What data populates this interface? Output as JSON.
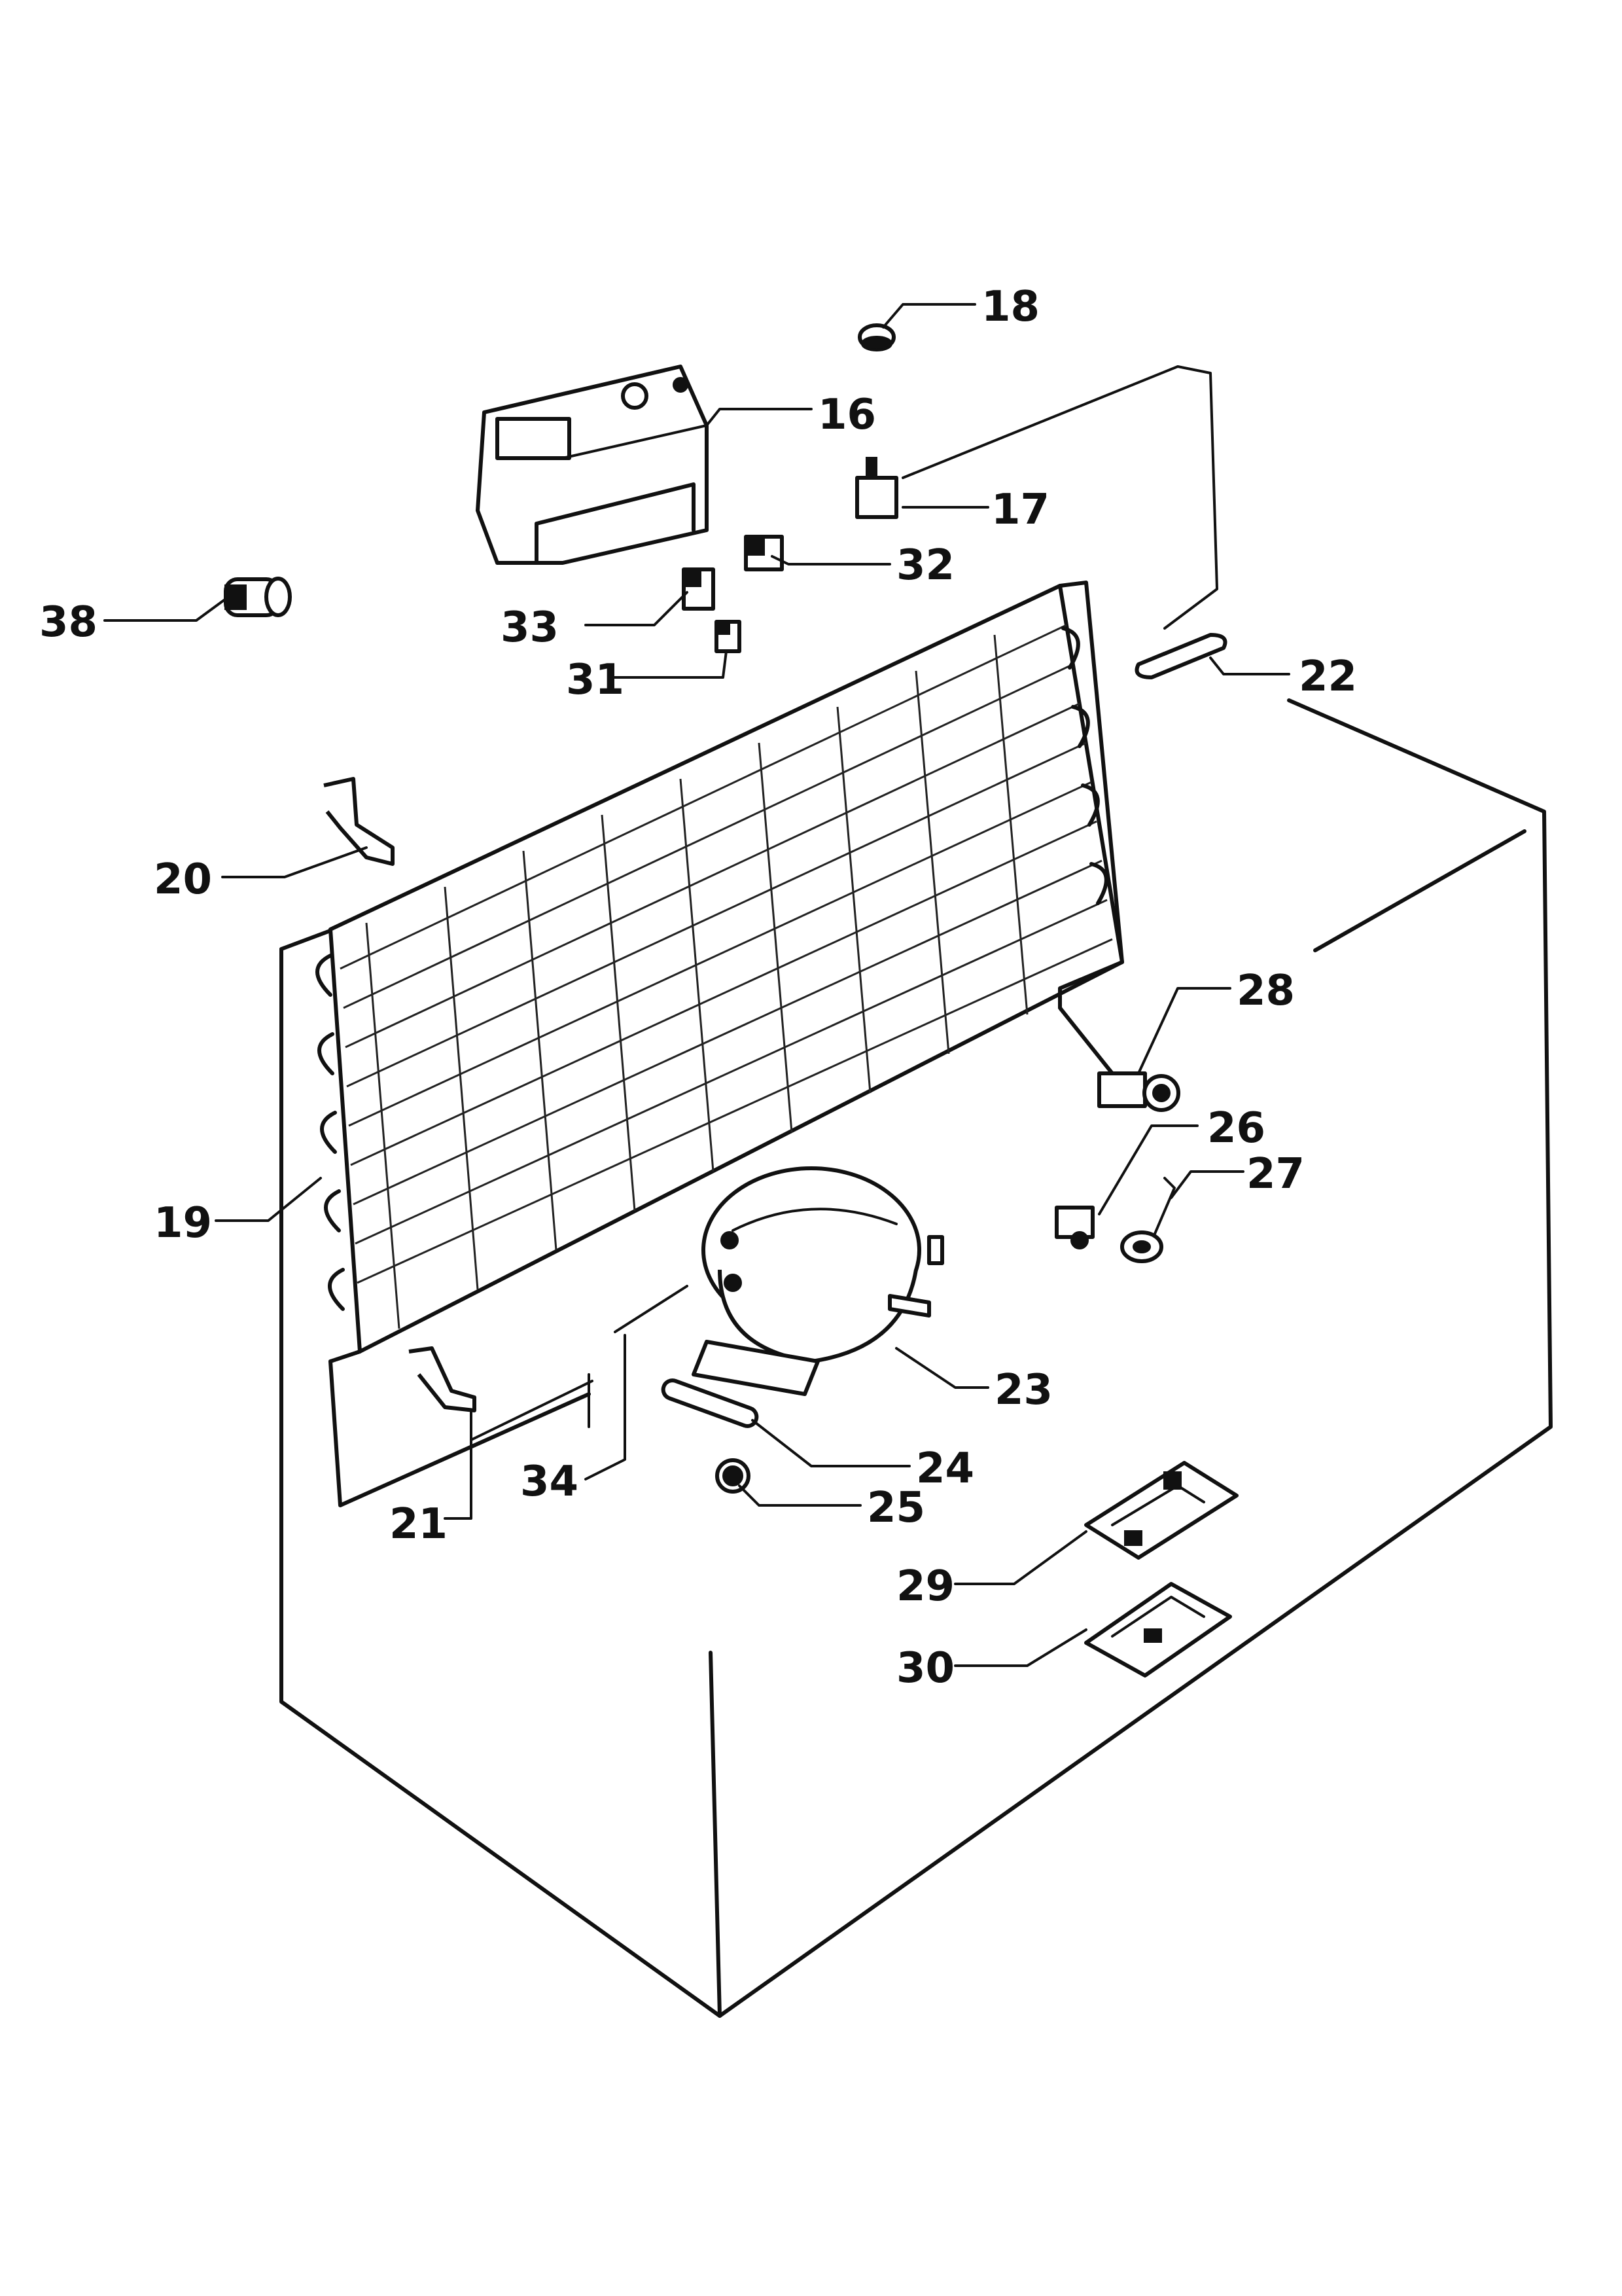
{
  "diagram": {
    "callouts": [
      {
        "id": "16",
        "label": "16",
        "part": "thermostat-housing"
      },
      {
        "id": "17",
        "label": "17",
        "part": "thermostat"
      },
      {
        "id": "18",
        "label": "18",
        "part": "knob"
      },
      {
        "id": "19",
        "label": "19",
        "part": "condenser-coil"
      },
      {
        "id": "20",
        "label": "20",
        "part": "upper-bracket"
      },
      {
        "id": "21",
        "label": "21",
        "part": "lower-bracket"
      },
      {
        "id": "22",
        "label": "22",
        "part": "clip"
      },
      {
        "id": "23",
        "label": "23",
        "part": "compressor"
      },
      {
        "id": "24",
        "label": "24",
        "part": "filter-drier"
      },
      {
        "id": "25",
        "label": "25",
        "part": "grommet"
      },
      {
        "id": "26",
        "label": "26",
        "part": "relay"
      },
      {
        "id": "27",
        "label": "27",
        "part": "overload"
      },
      {
        "id": "28",
        "label": "28",
        "part": "heater"
      },
      {
        "id": "29",
        "label": "29",
        "part": "terminal-block"
      },
      {
        "id": "30",
        "label": "30",
        "part": "terminal-cover"
      },
      {
        "id": "31",
        "label": "31",
        "part": "lamp-small"
      },
      {
        "id": "32",
        "label": "32",
        "part": "lamp-holder"
      },
      {
        "id": "33",
        "label": "33",
        "part": "switch"
      },
      {
        "id": "34",
        "label": "34",
        "part": "capillary-tube"
      },
      {
        "id": "38",
        "label": "38",
        "part": "lamp-socket"
      }
    ]
  }
}
